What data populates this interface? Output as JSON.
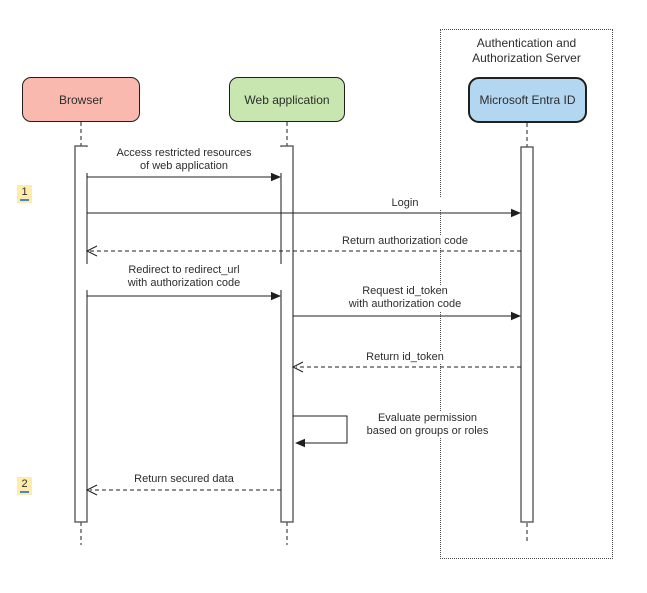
{
  "diagram": {
    "type": "sequence-diagram"
  },
  "theme": {
    "browser_fill": "#fab9ae",
    "webapp_fill": "#c8e6b0",
    "entra_fill": "#b3d7f0",
    "badge_fill": "#ffeca9",
    "badge_underline": "#4a84d4",
    "line_color": "#1f1f1f"
  },
  "boundary": {
    "title_line1": "Authentication and",
    "title_line2": "Authorization Server"
  },
  "actors": [
    {
      "id": "browser",
      "label": "Browser"
    },
    {
      "id": "web-application",
      "label": "Web application"
    },
    {
      "id": "entra-id",
      "label": "Microsoft Entra ID"
    }
  ],
  "steps": [
    {
      "number": "1"
    },
    {
      "number": "2"
    }
  ],
  "messages": [
    {
      "from": "Browser",
      "to": "Web application",
      "style": "solid",
      "line1": "Access restricted resources",
      "line2": "of web application"
    },
    {
      "from": "Browser",
      "to": "Microsoft Entra ID",
      "style": "solid",
      "line1": "Login"
    },
    {
      "from": "Microsoft Entra ID",
      "to": "Browser",
      "style": "dashed",
      "line1": "Return authorization code"
    },
    {
      "from": "Browser",
      "to": "Web application",
      "style": "solid",
      "line1": "Redirect to redirect_url",
      "line2": "with authorization code"
    },
    {
      "from": "Web application",
      "to": "Microsoft Entra ID",
      "style": "solid",
      "line1": "Request id_token",
      "line2": "with authorization code"
    },
    {
      "from": "Microsoft Entra ID",
      "to": "Web application",
      "style": "dashed",
      "line1": "Return id_token"
    },
    {
      "from": "Web application",
      "to": "Web application",
      "style": "self",
      "line1": "Evaluate permission",
      "line2": "based on groups or roles"
    },
    {
      "from": "Web application",
      "to": "Browser",
      "style": "dashed",
      "line1": "Return secured data"
    }
  ]
}
